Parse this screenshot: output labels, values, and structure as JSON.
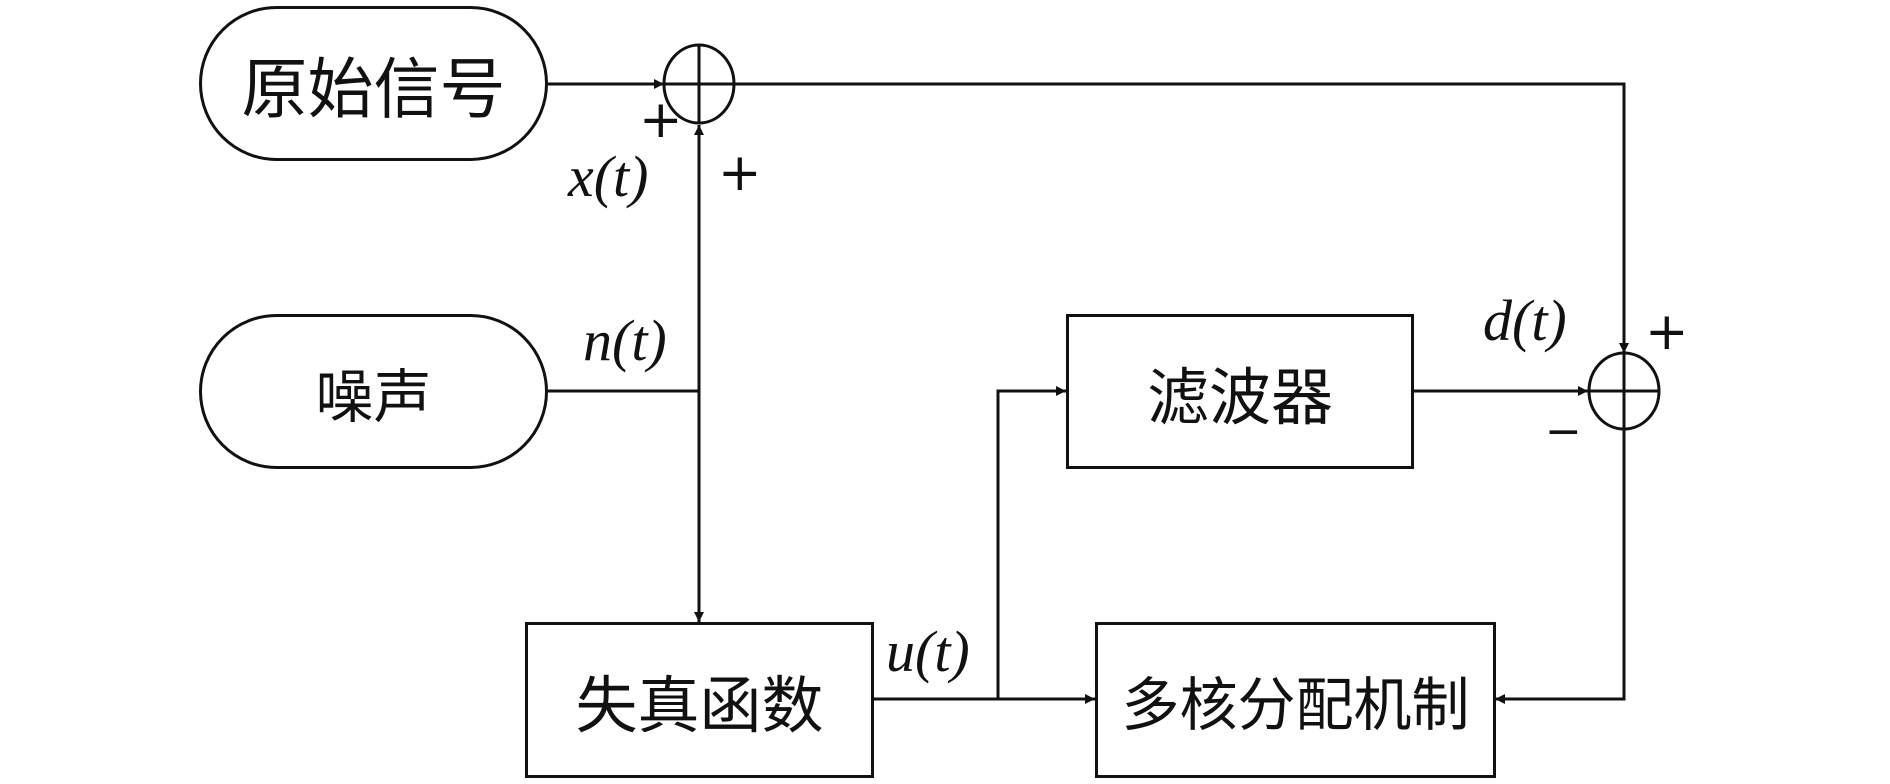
{
  "blocks": {
    "original_signal": "原始信号",
    "noise": "噪声",
    "filter": "滤波器",
    "distortion_function": "失真函数",
    "multicore_allocation": "多核分配机制"
  },
  "signals": {
    "x": "x(t)",
    "n": "n(t)",
    "d": "d(t)",
    "u": "u(t)"
  },
  "signs": {
    "sum1_left": "+",
    "sum1_bottom": "+",
    "sum2_top": "+",
    "sum2_left": "−"
  }
}
